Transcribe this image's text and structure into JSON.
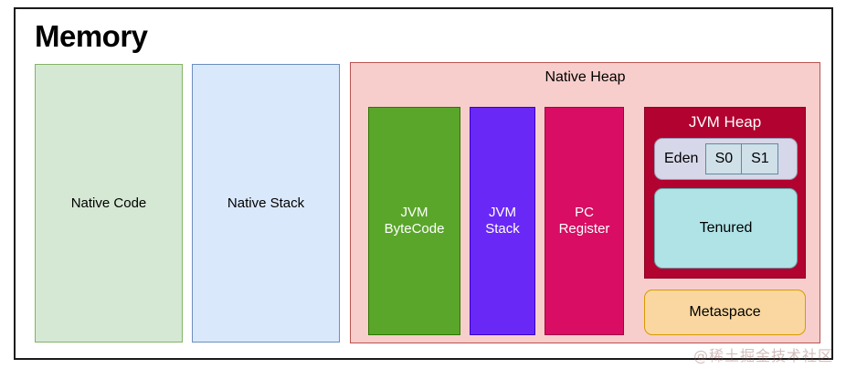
{
  "diagram": {
    "title": "Memory",
    "watermark": "@稀土掘金技术社区",
    "regions": {
      "native_code": {
        "label": "Native Code",
        "fill": "#d5e8d4",
        "stroke": "#82b366"
      },
      "native_stack": {
        "label": "Native Stack",
        "fill": "#dae8fc",
        "stroke": "#6c8ebf"
      },
      "native_heap": {
        "label": "Native Heap",
        "fill": "#f8cecc",
        "stroke": "#b85450",
        "children": {
          "jvm_bytecode": {
            "label": "JVM\nByteCode",
            "fill": "#5aa62b",
            "stroke": "#2d7600"
          },
          "jvm_stack": {
            "label": "JVM\nStack",
            "fill": "#6a28f7",
            "stroke": "#3700cc"
          },
          "pc_register": {
            "label": "PC\nRegister",
            "fill": "#d80d63",
            "stroke": "#a50040"
          },
          "jvm_heap": {
            "label": "JVM Heap",
            "fill": "#b2022f",
            "stroke": "#8a0022",
            "young_generation": {
              "eden": "Eden",
              "survivor_0": "S0",
              "survivor_1": "S1",
              "fill": "#d6d7e8"
            },
            "tenured": {
              "label": "Tenured",
              "fill": "#b0e3e6",
              "stroke": "#62a8ab"
            }
          },
          "metaspace": {
            "label": "Metaspace",
            "fill": "#fad7a0",
            "stroke": "#d79b00"
          }
        }
      }
    }
  }
}
